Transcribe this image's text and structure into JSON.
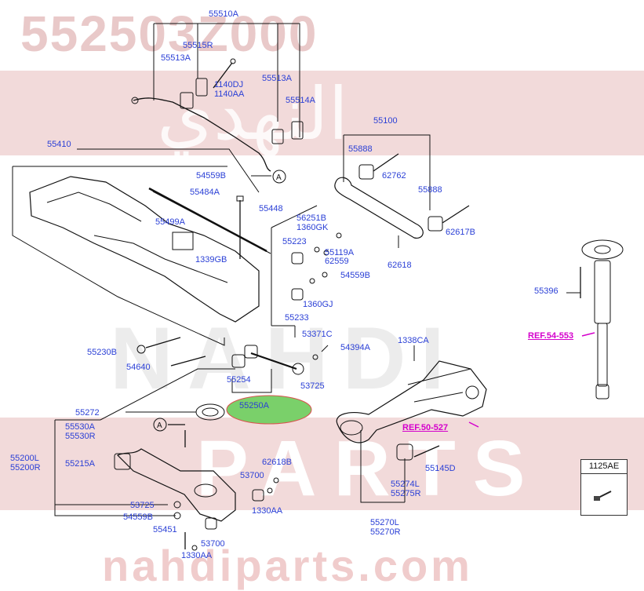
{
  "watermark": {
    "part_number": "552503Z000",
    "arabic_brand": "النهدي",
    "brand": "NAHDI",
    "parts_word": "PARTS",
    "domain": "nahdiparts.com"
  },
  "colors": {
    "label": "#2a3fd6",
    "reference": "#d400cc",
    "highlight_fill": "#7ad06a",
    "highlight_stroke": "#d9534f",
    "watermark_band": "#f2dada"
  },
  "labels": {
    "l55510A": "55510A",
    "l55515R": "55515R",
    "l55513A_a": "55513A",
    "l1140DJ": "1140DJ",
    "l1140AA": "1140AA",
    "l55513A_b": "55513A",
    "l55514A": "55514A",
    "l55100": "55100",
    "l55888_a": "55888",
    "l62762": "62762",
    "l55888_b": "55888",
    "l62617B": "62617B",
    "l62618_a": "62618",
    "l55410": "55410",
    "l54559B_a": "54559B",
    "l55484A": "55484A",
    "l55448": "55448",
    "l55499A": "55499A",
    "l1339GB": "1339GB",
    "l56251B": "56251B",
    "l1360GK": "1360GK",
    "l55223": "55223",
    "l55119A": "55119A",
    "l62559": "62559",
    "l54559B_b": "54559B",
    "l1360GJ": "1360GJ",
    "l55233": "55233",
    "l55396": "55396",
    "l55230B": "55230B",
    "l54640": "54640",
    "l53371C": "53371C",
    "l54394A": "54394A",
    "l53725_a": "53725",
    "l55254": "55254",
    "l55250A": "55250A",
    "l1338CA": "1338CA",
    "l55272": "55272",
    "l55530A": "55530A",
    "l55530R": "55530R",
    "l55200L": "55200L",
    "l55200R": "55200R",
    "l55215A": "55215A",
    "l62618B": "62618B",
    "l53700_a": "53700",
    "l53725_b": "53725",
    "l54559B_c": "54559B",
    "l1330AA_a": "1330AA",
    "l55451": "55451",
    "l53700_b": "53700",
    "l1330AA_b": "1330AA",
    "l55145D": "55145D",
    "l55274L": "55274L",
    "l55275R": "55275R",
    "l55270L": "55270L",
    "l55270R": "55270R",
    "callout_a": "A"
  },
  "references": {
    "ref_54_553": "REF.54-553",
    "ref_50_527": "REF.50-527"
  },
  "legend": {
    "part": "1125AE"
  }
}
